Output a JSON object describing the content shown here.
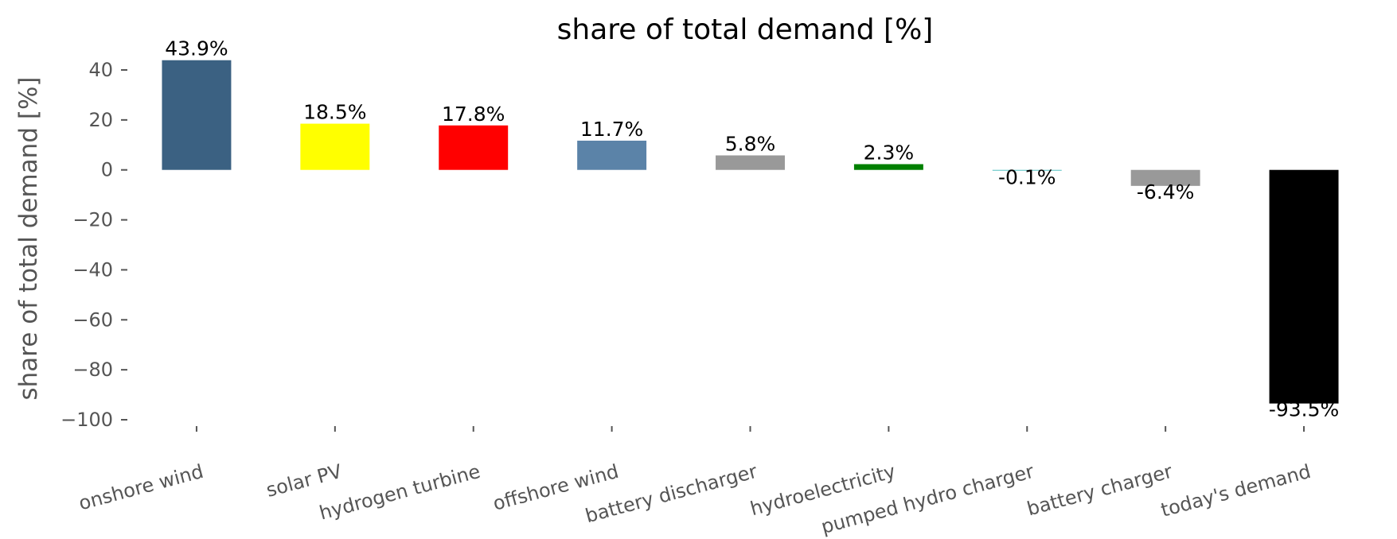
{
  "chart_data": {
    "type": "bar",
    "title": "share of total demand [%]",
    "xlabel": "",
    "ylabel": "share of total demand [%]",
    "ylim": [
      -100,
      47
    ],
    "yticks": [
      40,
      20,
      0,
      -20,
      -40,
      -60,
      -80,
      -100
    ],
    "ytick_labels": [
      "40",
      "20",
      "0",
      "−20",
      "−40",
      "−60",
      "−80",
      "−100"
    ],
    "grid": false,
    "categories": [
      "onshore wind",
      "solar PV",
      "hydrogen turbine",
      "offshore wind",
      "battery discharger",
      "hydroelectricity",
      "pumped hydro charger",
      "battery charger",
      "today's demand"
    ],
    "values": [
      43.9,
      18.5,
      17.8,
      11.7,
      5.8,
      2.3,
      -0.1,
      -6.4,
      -93.5
    ],
    "data_labels": [
      "43.9%",
      "18.5%",
      "17.8%",
      "11.7%",
      "5.8%",
      "2.3%",
      "-0.1%",
      "-6.4%",
      "-93.5%"
    ],
    "colors": [
      "#3b6182",
      "#ffff00",
      "#ff0000",
      "#5b83a8",
      "#999999",
      "#008000",
      "#51c0c0",
      "#999999",
      "#000000"
    ]
  }
}
